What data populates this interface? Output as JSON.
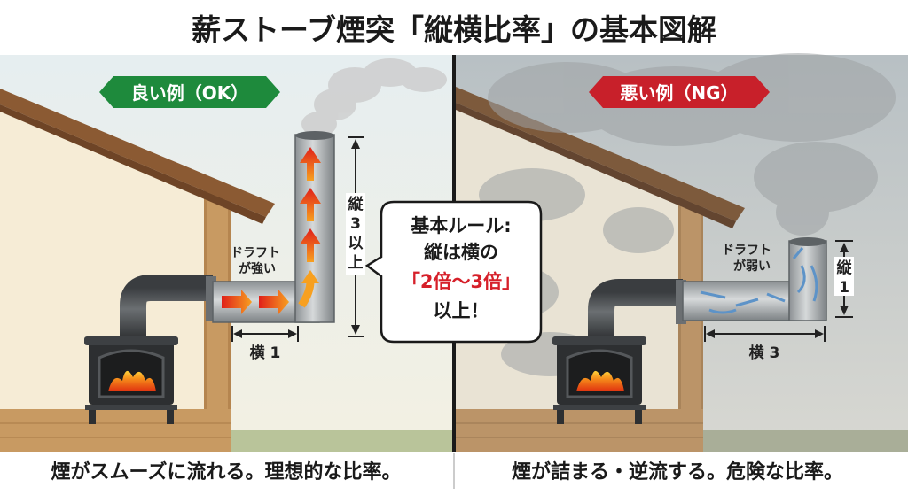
{
  "title": "薪ストーブ煙突「縦横比率」の基本図解",
  "good": {
    "badge": "良い例（OK）",
    "badge_color": "#1e8a3c",
    "draft_line1": "ドラフト",
    "draft_line2": "が強い",
    "vertical_chars": [
      "縦",
      "3",
      "以",
      "上"
    ],
    "horizontal_label": "横 1",
    "caption": "煙がスムーズに流れる。理想的な比率。"
  },
  "bad": {
    "badge": "悪い例（NG）",
    "badge_color": "#c8202a",
    "draft_line1": "ドラフト",
    "draft_line2": "が弱い",
    "vertical_chars": [
      "縦",
      "1"
    ],
    "horizontal_label": "横 3",
    "caption": "煙が詰まる・逆流する。危険な比率。"
  },
  "rule": {
    "line1": "基本ルール:",
    "line2": "縦は横の",
    "line3": "「2倍〜3倍」",
    "line4": "以上！",
    "highlight_color": "#d6202a"
  }
}
